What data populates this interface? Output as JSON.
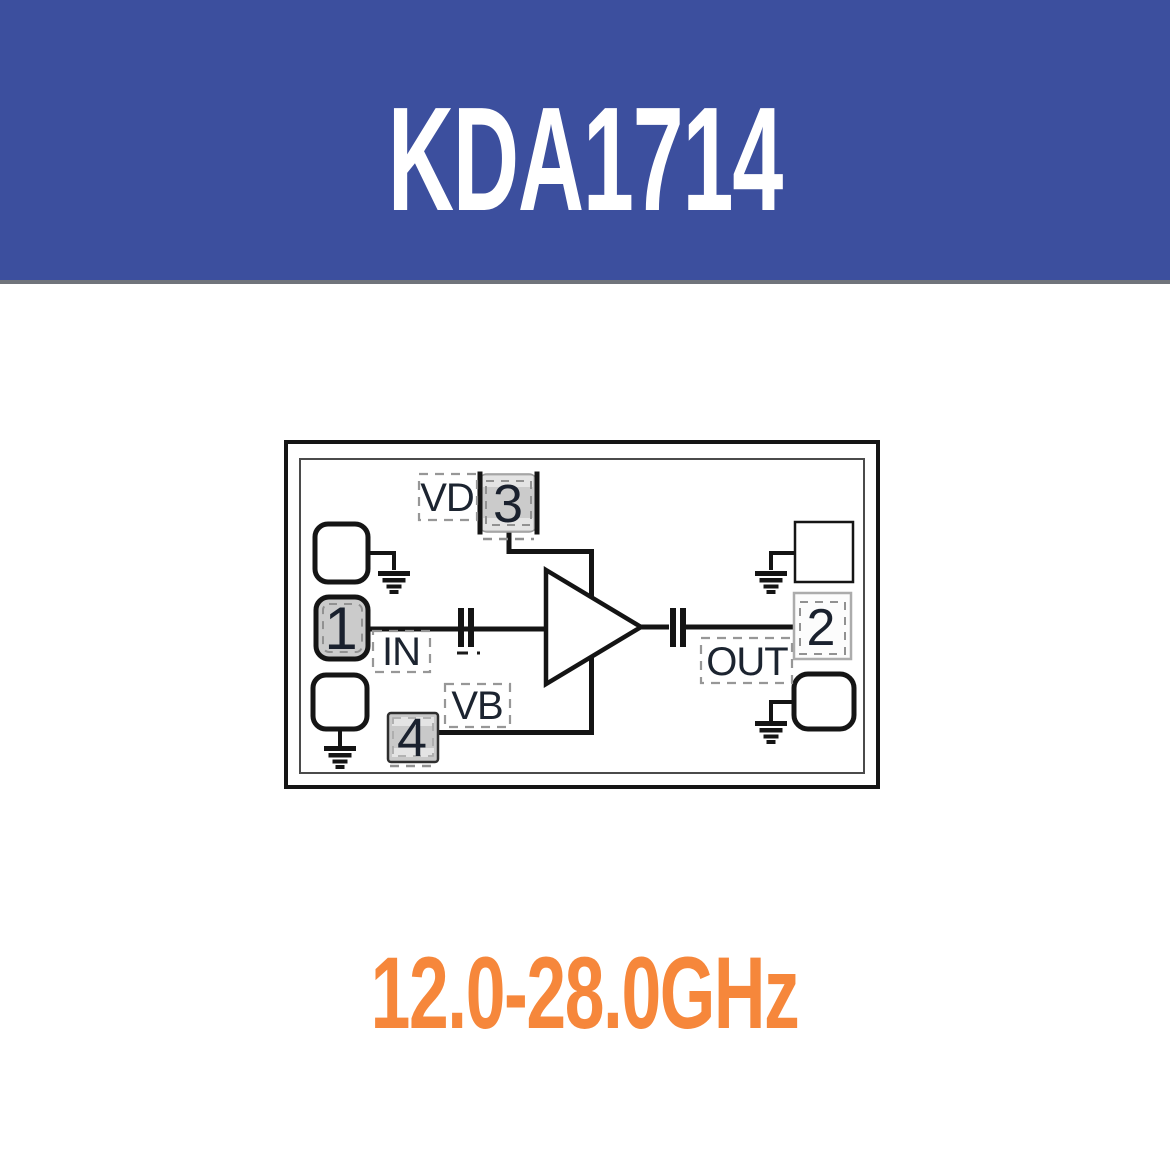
{
  "header": {
    "title": "KDA1714",
    "background_color": "#3C4F9E",
    "text_color": "#FFFFFF",
    "divider_color": "#70747B"
  },
  "schematic": {
    "type": "amplifier-block-diagram",
    "pin_labels": {
      "pin1": "1",
      "pin2": "2",
      "pin3": "3",
      "pin4": "4"
    },
    "port_labels": {
      "vd": "VD",
      "vb": "VB",
      "in": "IN",
      "out": "OUT"
    },
    "line_color": "#141414",
    "pad_fill_color": "#CBCBCB",
    "dashed_border_color": "#979797",
    "label_text_color": "#1C2430",
    "components": [
      "amplifier-triangle",
      "input-dc-block-capacitor",
      "output-dc-block-capacitor",
      "ground-pad-top-left",
      "ground-pad-bottom-left",
      "ground-pad-top-right",
      "ground-pad-bottom-right"
    ]
  },
  "footer": {
    "frequency_range": "12.0-28.0GHz",
    "text_color": "#F6873B"
  }
}
